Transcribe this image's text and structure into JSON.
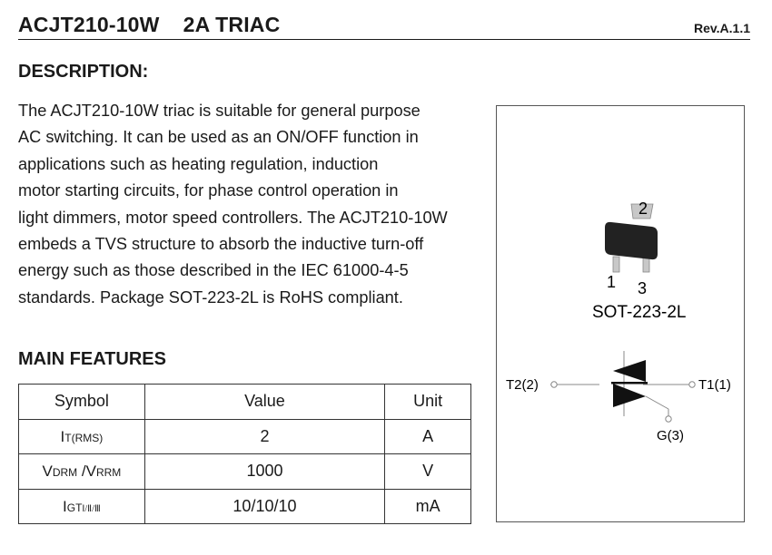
{
  "header": {
    "part": "ACJT210-10W",
    "device": "2A TRIAC",
    "revision": "Rev.A.1.1"
  },
  "description": {
    "heading": "DESCRIPTION:",
    "lines": [
      "The ACJT210-10W triac is suitable for general purpose",
      "AC switching. It can be used as an ON/OFF function in",
      "applications such as heating regulation, induction",
      "motor starting circuits, for phase control operation in",
      "light dimmers, motor speed controllers. The ACJT210-10W",
      "embeds a TVS structure to absorb the inductive turn-off",
      "energy such as those described in the IEC 61000-4-5",
      "standards. Package SOT-223-2L is RoHS compliant."
    ]
  },
  "features": {
    "heading": "MAIN FEATURES",
    "columns": [
      "Symbol",
      "Value",
      "Unit"
    ],
    "rows": [
      {
        "sym_main": "I",
        "sym_sub": "T(RMS)",
        "value": "2",
        "unit": "A"
      },
      {
        "sym_a": "V",
        "sym_a_sub": "DRM",
        "sym_sep": " /",
        "sym_b": "V",
        "sym_b_sub": "RRM",
        "value": "1000",
        "unit": "V"
      },
      {
        "sym_main": "I",
        "sym_sub": "GT",
        "sym_sub2": "Ⅰ/Ⅱ/Ⅲ",
        "value": "10/10/10",
        "unit": "mA"
      }
    ]
  },
  "package": {
    "name": "SOT-223-2L",
    "pin1": "1",
    "pin2": "2",
    "pin3": "3",
    "body_color": "#222222",
    "lead_color": "#c8c8c8"
  },
  "symbol": {
    "t2": "T2(2)",
    "t1": "T1(1)",
    "gate": "G(3)"
  }
}
